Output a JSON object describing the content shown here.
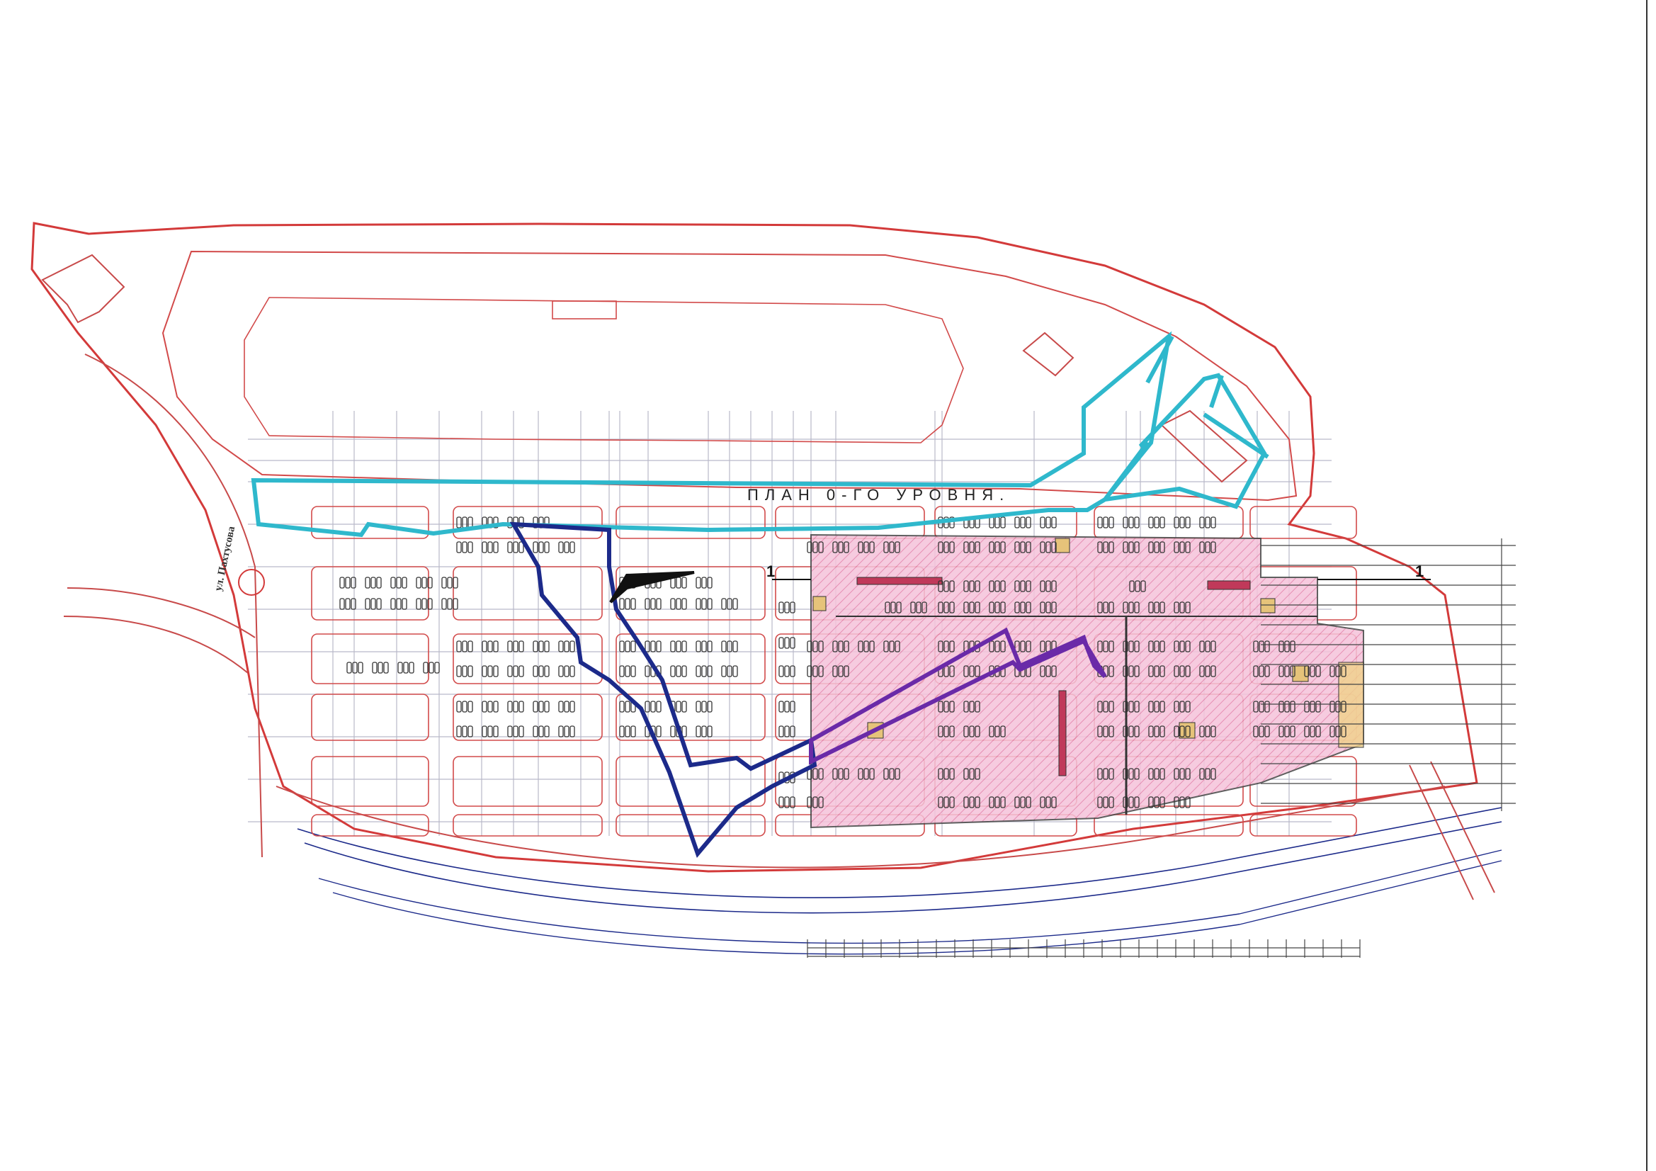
{
  "plan": {
    "title": "ПЛАН 0-ГО УРОВНЯ.",
    "street_label": "ул. Пахтусова",
    "section_marks": [
      "1",
      "1"
    ]
  },
  "colors": {
    "site_boundary": "#d33a3a",
    "road": "#c84a4a",
    "cyan_route": "#2fb8cc",
    "blue_route": "#1c2a8a",
    "purple_route": "#6a2aa8",
    "building_fill": "#f2b8d4",
    "building_hatch": "#d9608f",
    "grid": "#b9b9c9",
    "parking_stall": "#333333"
  },
  "icons": {
    "parking_stall": "parking-stall-icon",
    "stair": "stair-icon",
    "section_arrow": "section-mark-icon"
  }
}
